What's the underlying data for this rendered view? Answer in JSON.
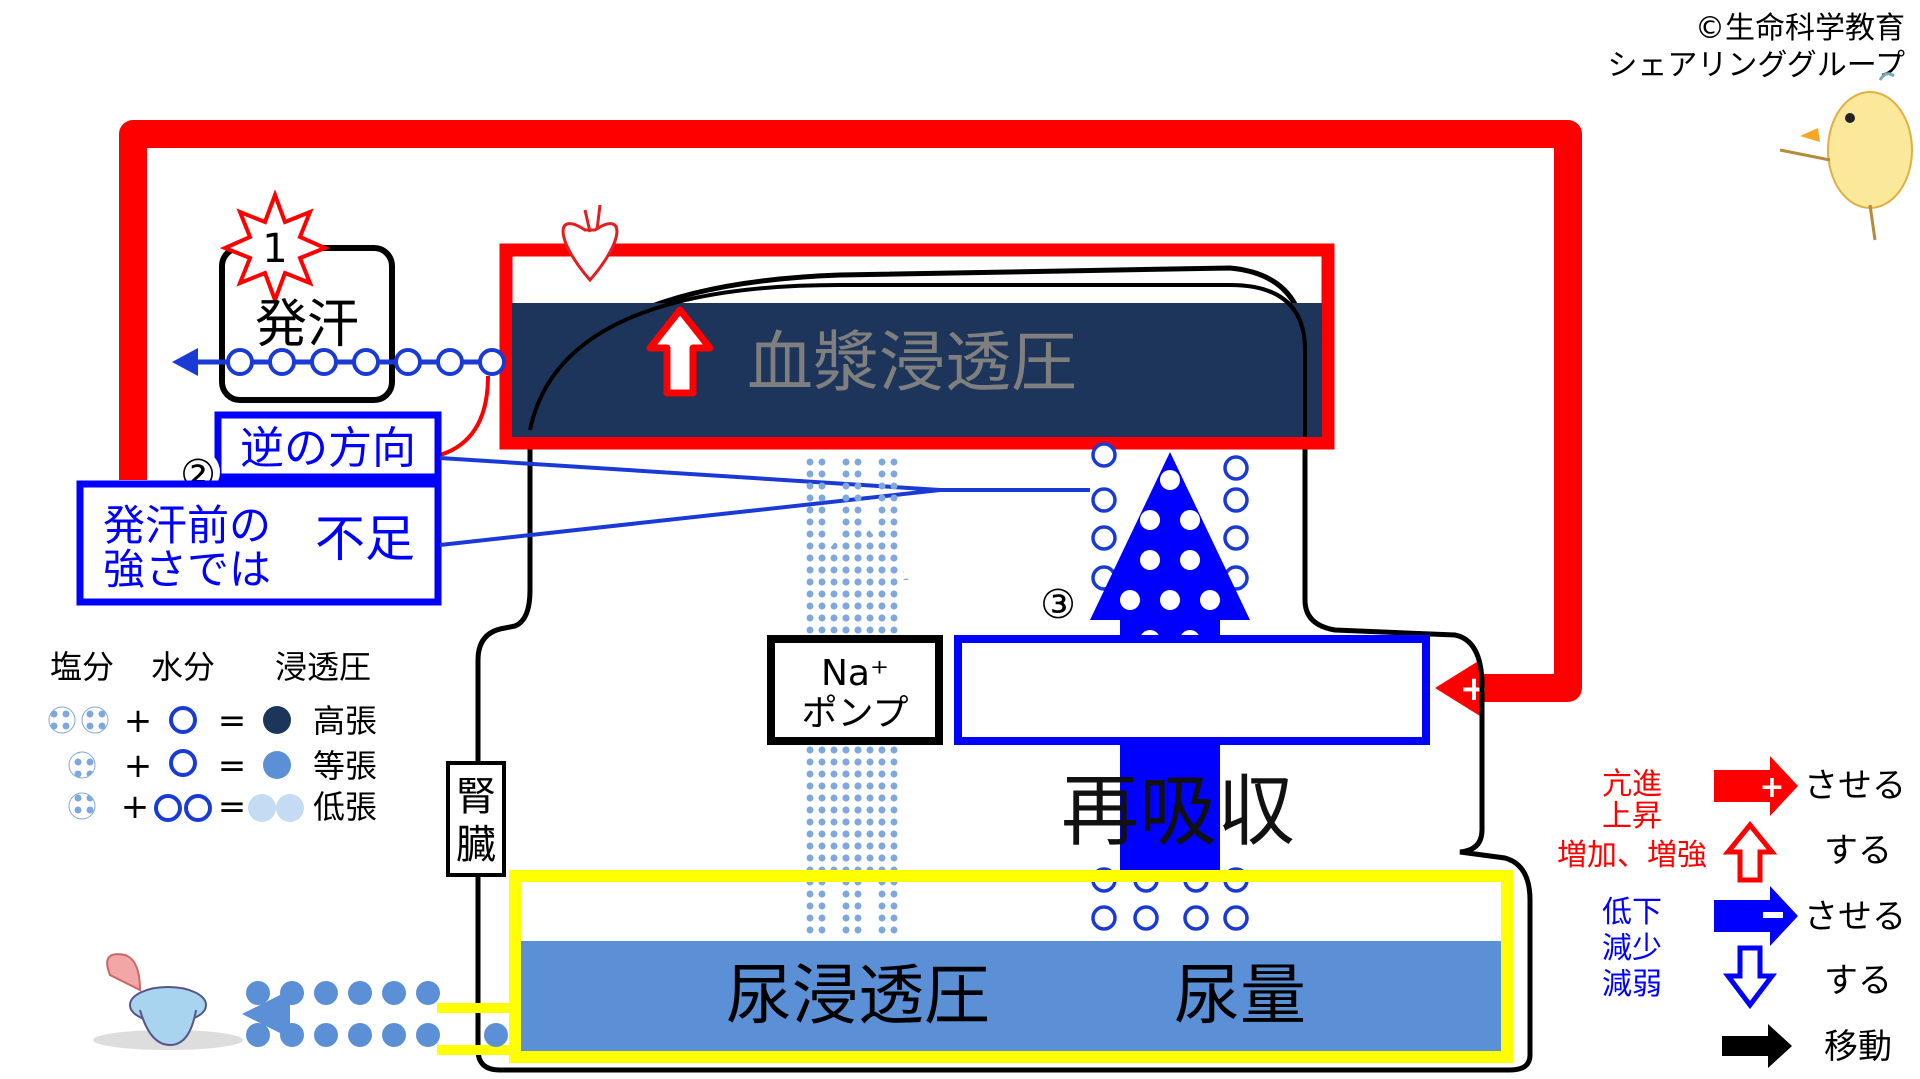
{
  "copyright": {
    "line1": "©生命科学教育",
    "line2": "シェアリンググループ"
  },
  "steps": {
    "step1": "1",
    "step2": "②",
    "step3": "③"
  },
  "labels": {
    "sweating": "発汗",
    "plasma_osmotic": "血漿浸透圧",
    "reverse_direction": "逆の方向",
    "before_sweat_line1": "発汗前の",
    "before_sweat_line2": "強さでは",
    "insufficient": "不足",
    "na_line1": "Na⁺",
    "na_line2": "ポンプ",
    "reabsorption": "再吸収",
    "kidney_line1": "腎",
    "kidney_line2": "臓",
    "urine_osmotic": "尿浸透圧",
    "urine_volume": "尿量"
  },
  "composition": {
    "headers": {
      "salt": "塩分",
      "water": "水分",
      "osmotic": "浸透圧"
    },
    "rows": [
      {
        "plus": "+",
        "eq": "=",
        "result": "高張"
      },
      {
        "plus": "+",
        "eq": "=",
        "result": "等張"
      },
      {
        "plus": "+",
        "eq": "=",
        "result": "低張"
      }
    ]
  },
  "legend": {
    "red_verbs": [
      "亢進",
      "上昇",
      "増加、増強"
    ],
    "red_suffix_1": "させる",
    "red_suffix_2": "する",
    "blue_verbs": [
      "低下",
      "減少",
      "減弱"
    ],
    "blue_suffix_1": "させる",
    "blue_suffix_2": "する",
    "move": "移動"
  },
  "colors": {
    "red": "#ff0000",
    "blue": "#0000ff",
    "navy": "#1d355a",
    "mid_blue": "#5b8fd6",
    "yellow": "#ffff00",
    "gray_text": "#7f7f7f"
  }
}
